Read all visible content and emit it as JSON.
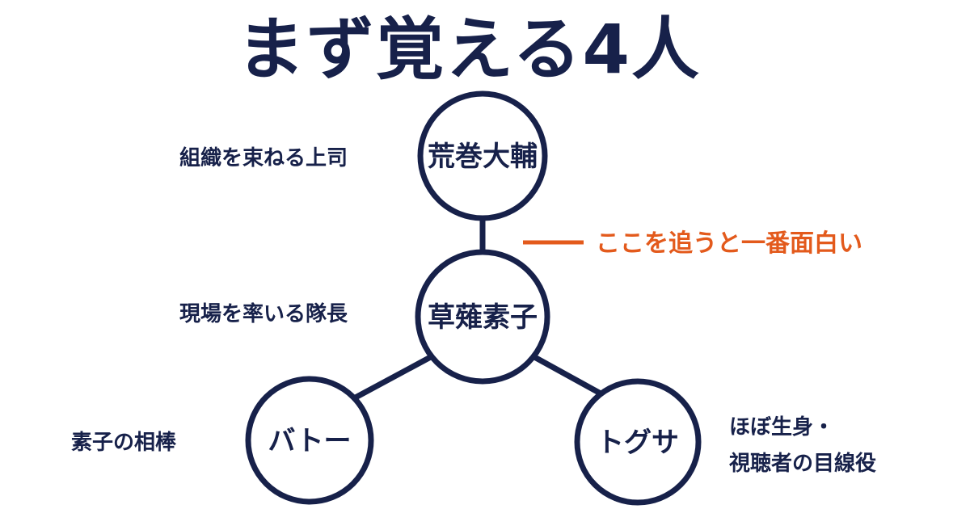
{
  "title": "まず覚える4人",
  "colors": {
    "navy": "#17214a",
    "accent": "#e35a1c",
    "background": "#ffffff"
  },
  "nodes": {
    "aramaki": {
      "name": "荒巻大輔",
      "description": "組織を束ねる上司"
    },
    "kusanagi": {
      "name": "草薙素子",
      "description": "現場を率いる隊長"
    },
    "batou": {
      "name": "バトー",
      "description": "素子の相棒"
    },
    "togusa": {
      "name": "トグサ",
      "description_line1": "ほぼ生身・",
      "description_line2": "視聴者の目線役"
    }
  },
  "highlight": {
    "text": "ここを追うと一番面白い"
  }
}
